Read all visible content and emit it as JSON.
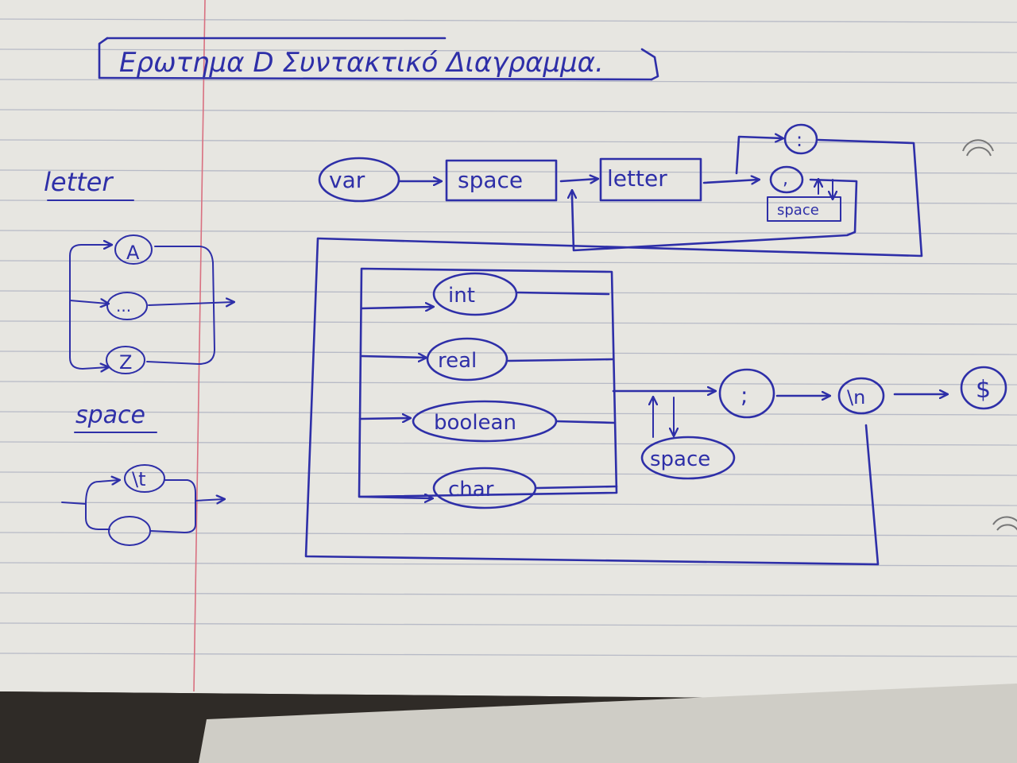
{
  "title": "Ερωτημα D Συντακτικό Διαγραμμα.",
  "ink_color": "#2e2fa8",
  "paper_color": "#e9e8e3",
  "margin_line_color": "#d96b7a",
  "rule_line_color": "#b9bcc8",
  "letter_diagram": {
    "label": "letter",
    "nodes": [
      "A",
      "...",
      "Z"
    ]
  },
  "space_diagram": {
    "label": "space",
    "nodes": [
      "\\t",
      ""
    ]
  },
  "main_diagram": {
    "start": "var",
    "space_box": "space",
    "letter_box": "letter",
    "colon": ":",
    "comma": ",",
    "loop_space": "space",
    "types": [
      "int",
      "real",
      "boolean",
      "char"
    ],
    "semicolon": ";",
    "semicolon_space": "space",
    "newline": "\\n",
    "end": "$"
  }
}
